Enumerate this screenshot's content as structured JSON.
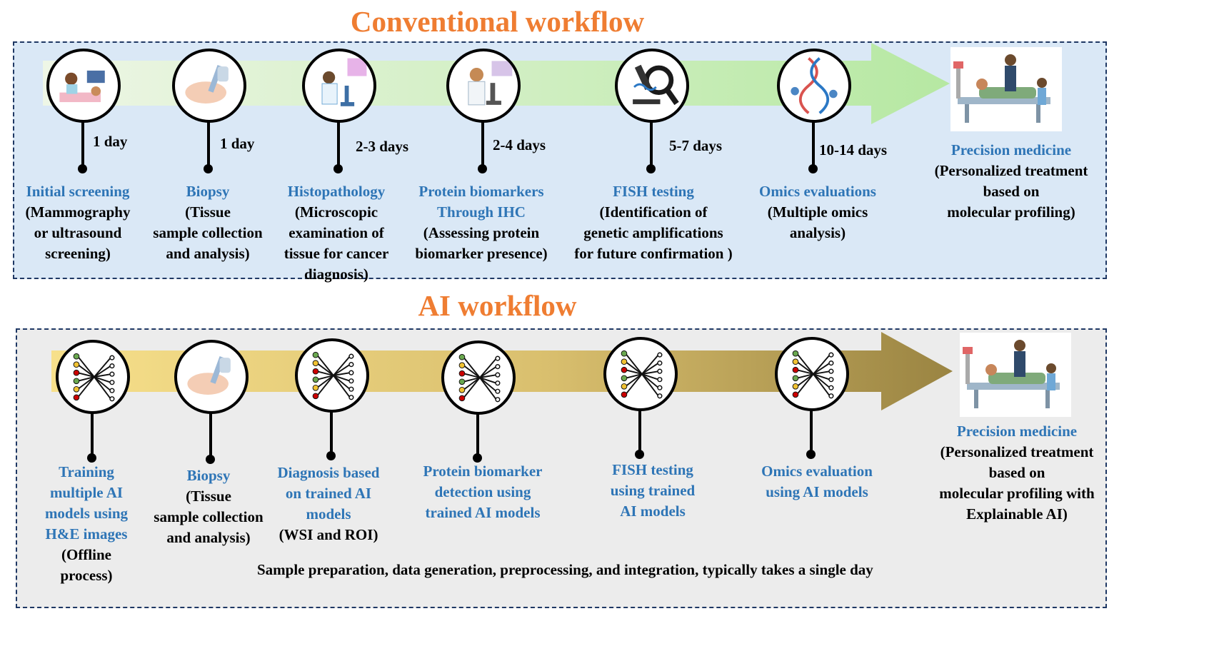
{
  "conventional": {
    "title": "Conventional workflow",
    "steps": [
      {
        "heading": [
          "Initial screening"
        ],
        "detail": [
          "(Mammography",
          "or ultrasound",
          "screening)"
        ],
        "duration": "1 day",
        "icon": "ultrasound-screening-icon"
      },
      {
        "heading": [
          "Biopsy"
        ],
        "detail": [
          "(Tissue",
          "sample collection",
          "and analysis)"
        ],
        "duration": "1 day",
        "icon": "biopsy-icon"
      },
      {
        "heading": [
          "Histopathology"
        ],
        "detail": [
          "(Microscopic",
          "examination of",
          "tissue for cancer",
          "diagnosis)"
        ],
        "duration": "2-3 days",
        "icon": "microscope-scientist-icon"
      },
      {
        "heading": [
          "Protein biomarkers",
          "Through IHC"
        ],
        "detail": [
          "(Assessing protein",
          "biomarker presence)"
        ],
        "duration": "2-4 days",
        "icon": "lab-researcher-icon"
      },
      {
        "heading": [
          "FISH testing"
        ],
        "detail": [
          "(Identification of",
          "genetic amplifications",
          "for future confirmation )"
        ],
        "duration": "5-7 days",
        "icon": "dna-microscope-icon"
      },
      {
        "heading": [
          "Omics evaluations"
        ],
        "detail": [
          "(Multiple omics",
          "analysis)"
        ],
        "duration": "10-14 days",
        "icon": "dna-helix-icon"
      }
    ],
    "end": {
      "heading": [
        "Precision medicine"
      ],
      "detail": [
        "(Personalized treatment",
        "based on",
        "molecular profiling)"
      ],
      "icon": "hospital-patient-icon"
    }
  },
  "ai": {
    "title": "AI workflow",
    "steps": [
      {
        "heading": [
          "Training",
          "multiple AI",
          "models using",
          "H&E  images"
        ],
        "detail": [
          "(Offline",
          "process)"
        ],
        "icon": "neural-network-icon"
      },
      {
        "heading": [
          "Biopsy"
        ],
        "detail": [
          "(Tissue",
          "sample collection",
          "and analysis)"
        ],
        "icon": "biopsy-icon"
      },
      {
        "heading": [
          "Diagnosis based",
          "on trained AI",
          "models"
        ],
        "detail": [
          "(WSI and ROI)"
        ],
        "icon": "neural-network-icon"
      },
      {
        "heading": [
          "Protein biomarker",
          "detection using",
          "trained AI models"
        ],
        "detail": [],
        "icon": "neural-network-icon"
      },
      {
        "heading": [
          "FISH testing",
          "using trained",
          "AI models"
        ],
        "detail": [],
        "icon": "neural-network-icon"
      },
      {
        "heading": [
          "Omics evaluation",
          "using AI models"
        ],
        "detail": [],
        "icon": "neural-network-icon"
      }
    ],
    "end": {
      "heading": [
        "Precision medicine"
      ],
      "detail": [
        "(Personalized treatment",
        "based on",
        "molecular profiling with",
        "Explainable AI)"
      ],
      "icon": "hospital-patient-icon"
    },
    "note": "Sample preparation, data generation, preprocessing, and integration, typically takes a single day"
  },
  "colors": {
    "title": "#ef7d32",
    "heading": "#2e75b6",
    "border": "#1f3864",
    "conv_bg": "#dae8f6",
    "ai_bg": "#ececec"
  }
}
